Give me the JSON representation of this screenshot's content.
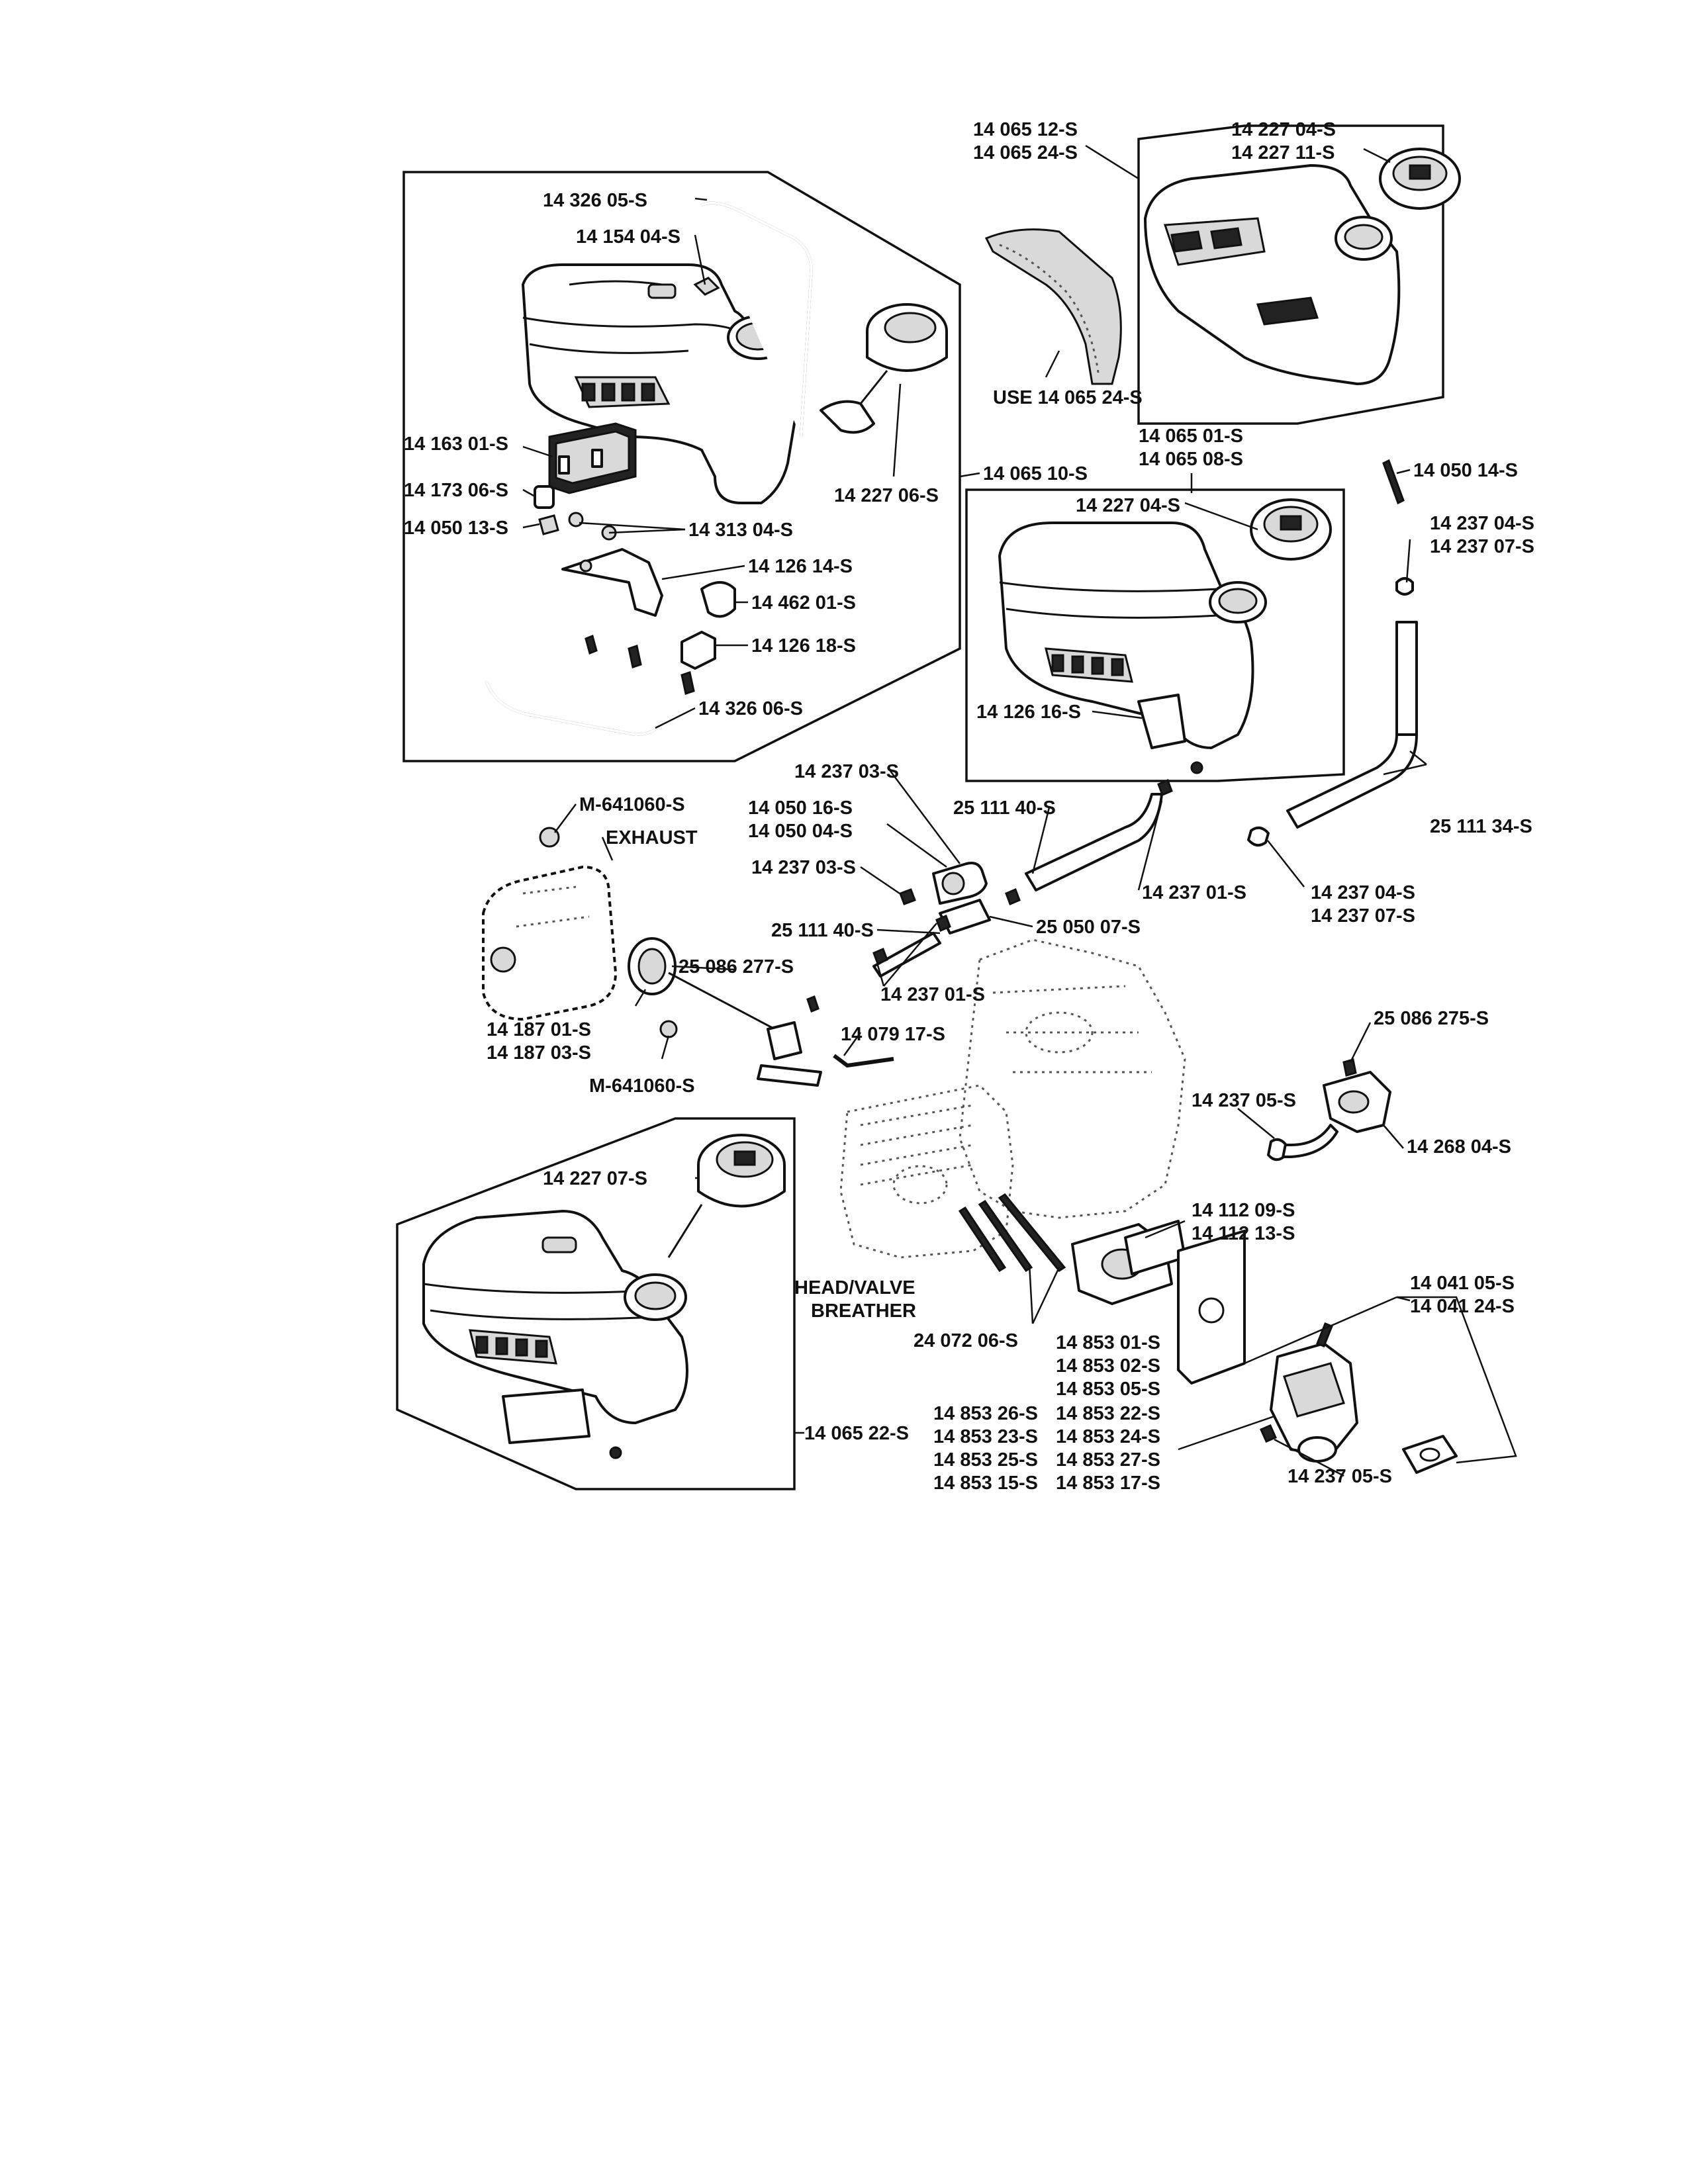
{
  "labels": {
    "l01": "14 065 12-S",
    "l02": "14 065 24-S",
    "l03": "14 227 04-S",
    "l04": "14 227 11-S",
    "l05": "14 326 05-S",
    "l06": "14 154 04-S",
    "l07": "USE 14 065 24-S",
    "l08": "14 065 01-S",
    "l09": "14 065 08-S",
    "l10": "14 163 01-S",
    "l11": "14 227 06-S",
    "l12": "14 065 10-S",
    "l13": "14 227 04-S",
    "l14": "14 050 14-S",
    "l15": "14 173 06-S",
    "l16": "14 050 13-S",
    "l17": "14 313 04-S",
    "l18": "14 237 04-S",
    "l19": "14 237 07-S",
    "l20": "14 126 14-S",
    "l21": "14 462 01-S",
    "l22": "14 126 18-S",
    "l23": "14 326 06-S",
    "l24": "14 126 16-S",
    "l25": "14 237 03-S",
    "l26": "M-641060-S",
    "l27": "14 050 16-S",
    "l28": "14 050 04-S",
    "l29": "25 111 40-S",
    "l30": "25 111 34-S",
    "l31": "EXHAUST",
    "l32": "14 237 03-S",
    "l33": "14 237 01-S",
    "l34": "14 237 04-S",
    "l35": "14 237 07-S",
    "l36": "25 111 40-S",
    "l37": "25 050 07-S",
    "l38": "25 086 277-S",
    "l39": "14 237 01-S",
    "l40": "14 187 01-S",
    "l41": "14 187 03-S",
    "l42": "14 079 17-S",
    "l43": "25 086 275-S",
    "l44": "M-641060-S",
    "l45": "14 237 05-S",
    "l46": "14 268 04-S",
    "l47": "14 227 07-S",
    "l48": "14 112 09-S",
    "l49": "14 112 13-S",
    "l50": "14 041 05-S",
    "l51": "14 041 24-S",
    "l52": "HEAD/VALVE",
    "l53": "BREATHER",
    "l54": "24 072 06-S",
    "l55": "14 853 01-S",
    "l56": "14 853 02-S",
    "l57": "14 853 05-S",
    "l58": "14 065 22-S",
    "l59": "14 853 26-S",
    "l60": "14 853 22-S",
    "l61": "14 853 23-S",
    "l62": "14 853 24-S",
    "l63": "14 853 25-S",
    "l64": "14 853 27-S",
    "l65": "14 853 15-S",
    "l66": "14 853 17-S",
    "l67": "14 237 05-S"
  }
}
